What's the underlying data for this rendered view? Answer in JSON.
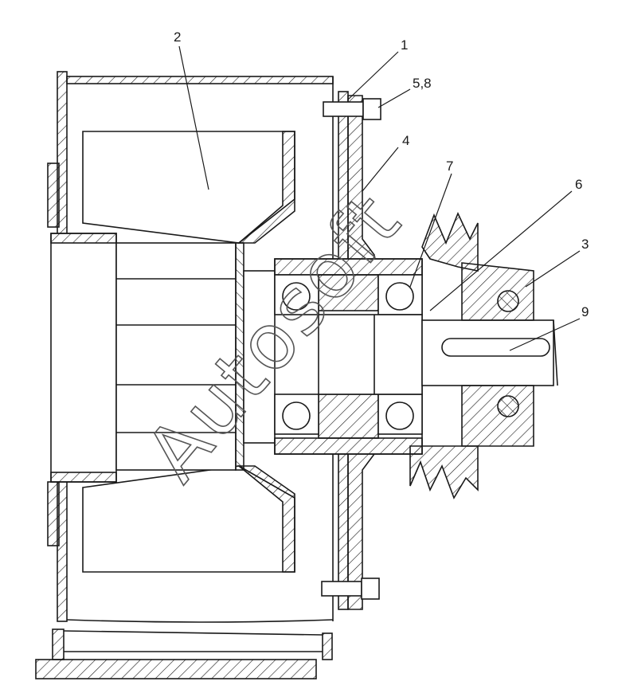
{
  "diagram": {
    "callouts": [
      {
        "id": "callout-1",
        "text": "1"
      },
      {
        "id": "callout-2",
        "text": "2"
      },
      {
        "id": "callout-3",
        "text": "3"
      },
      {
        "id": "callout-4",
        "text": "4"
      },
      {
        "id": "callout-5-8",
        "text": "5,8"
      },
      {
        "id": "callout-6",
        "text": "6"
      },
      {
        "id": "callout-7",
        "text": "7"
      },
      {
        "id": "callout-9",
        "text": "9"
      }
    ],
    "watermark": "Autosoft",
    "line_color": "#1a1a1a",
    "background": "#ffffff"
  }
}
